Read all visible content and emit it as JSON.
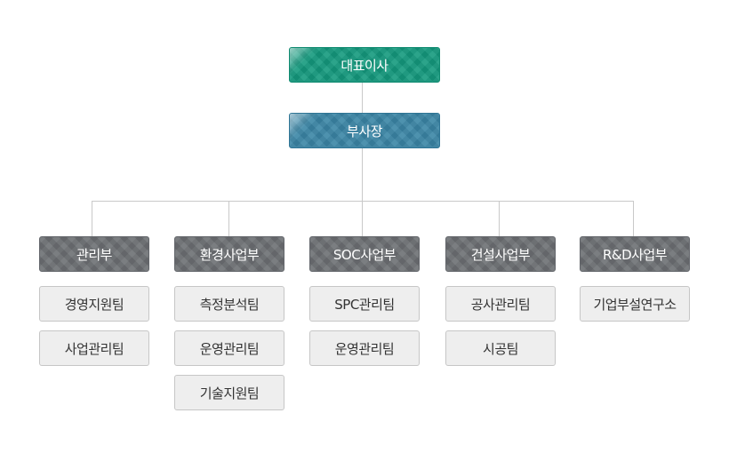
{
  "org": {
    "ceo": "대표이사",
    "vp": "부사장",
    "departments": [
      {
        "name": "관리부",
        "teams": [
          "경영지원팀",
          "사업관리팀"
        ]
      },
      {
        "name": "환경사업부",
        "teams": [
          "측정분석팀",
          "운영관리팀",
          "기술지원팀"
        ]
      },
      {
        "name": "SOC사업부",
        "teams": [
          "SPC관리팀",
          "운영관리팀"
        ]
      },
      {
        "name": "건설사업부",
        "teams": [
          "공사관리팀",
          "시공팀"
        ]
      },
      {
        "name": "R&D사업부",
        "teams": [
          "기업부설연구소"
        ]
      }
    ]
  },
  "colors": {
    "ceo": "#159a7e",
    "vp": "#3b86a6",
    "department": "#6d7074",
    "team": "#eeeeee",
    "connector": "#c9c9c9"
  }
}
